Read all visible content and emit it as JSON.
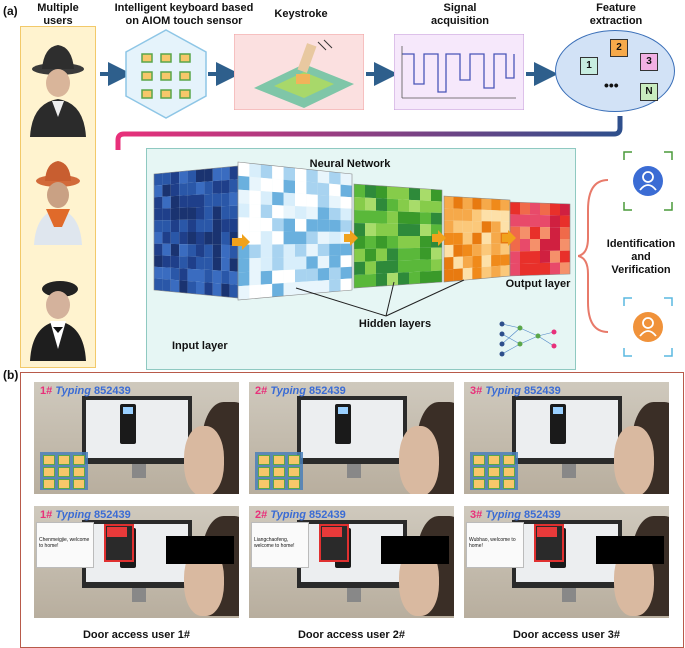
{
  "panel_a": {
    "label": "(a)",
    "users_title": "Multiple\nusers",
    "keyboard_title": "Intelligent keyboard based\non AIOM touch sensor",
    "keystroke_title": "Keystroke",
    "signal_title": "Signal\nacquisition",
    "feature_title": "Feature\nextraction",
    "feature_boxes": [
      "1",
      "2",
      "3",
      "N"
    ],
    "feature_dots": "•••",
    "nn_title": "Neural Network",
    "input_layer": "Input layer",
    "hidden_layers": "Hidden layers",
    "output_layer": "Output layer",
    "result": "Identification\nand\nVerification"
  },
  "panel_b": {
    "label": "(b)",
    "photos": [
      {
        "num": "1#",
        "typing": "Typing",
        "code": "852439",
        "screen": ""
      },
      {
        "num": "2#",
        "typing": "Typing",
        "code": "852439",
        "screen": ""
      },
      {
        "num": "3#",
        "typing": "Typing",
        "code": "852439",
        "screen": ""
      },
      {
        "num": "1#",
        "typing": "Typing",
        "code": "852439",
        "screen": "Chenmeigjie, welcome to home!"
      },
      {
        "num": "2#",
        "typing": "Typing",
        "code": "852439",
        "screen": "Liangchaofeng, welcome to home!"
      },
      {
        "num": "3#",
        "typing": "Typing",
        "code": "852439",
        "screen": "Wubhao, welcome to home!"
      }
    ],
    "captions": [
      "Door access user 1#",
      "Door access user 2#",
      "Door access user 3#"
    ]
  },
  "colors": {
    "flow_arrow": "#2e5f8c",
    "layer_arrow": "#f0a21c",
    "accent_pink": "#e8307a",
    "accent_blue": "#3b6cd4"
  }
}
